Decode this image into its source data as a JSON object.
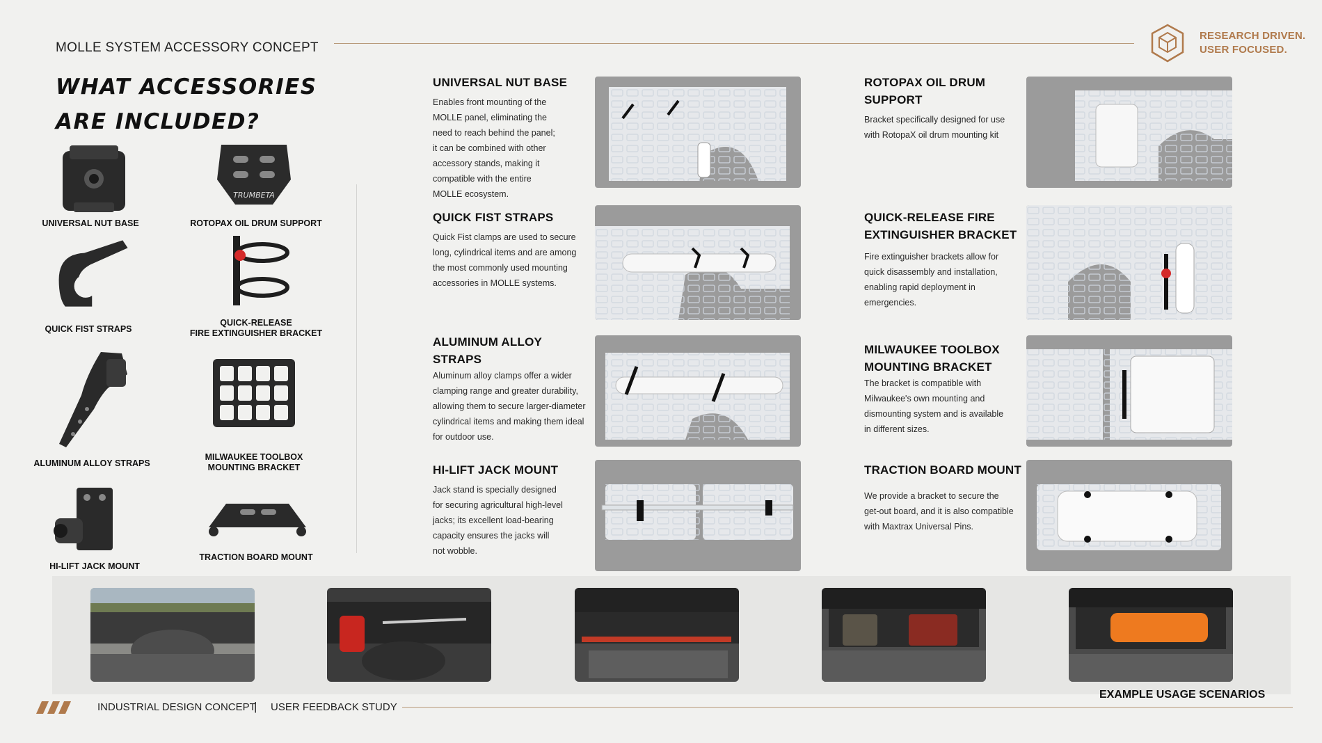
{
  "header": {
    "kicker": "MOLLE SYSTEM ACCESSORY CONCEPT",
    "brand_line1": "RESEARCH DRIVEN.",
    "brand_line2": "USER FOCUSED.",
    "headline_line1": "WHAT ACCESSORIES",
    "headline_line2": "ARE INCLUDED?"
  },
  "accessories": [
    {
      "label": "UNIVERSAL NUT BASE",
      "icon": "nut-base-icon"
    },
    {
      "label": "ROTOPAX OIL DRUM SUPPORT",
      "icon": "rotopax-support-icon",
      "brand": "TRUMBETA"
    },
    {
      "label": "QUICK FIST STRAPS",
      "icon": "quick-fist-icon"
    },
    {
      "label_line1": "QUICK-RELEASE",
      "label_line2": "FIRE EXTINGUISHER BRACKET",
      "icon": "extinguisher-bracket-icon"
    },
    {
      "label": "ALUMINUM ALLOY STRAPS",
      "icon": "alloy-strap-icon"
    },
    {
      "label_line1": "MILWAUKEE TOOLBOX",
      "label_line2": "MOUNTING BRACKET",
      "icon": "toolbox-bracket-icon"
    },
    {
      "label": "HI-LIFT JACK MOUNT",
      "icon": "jack-mount-icon"
    },
    {
      "label": "TRACTION BOARD MOUNT",
      "icon": "traction-mount-icon"
    }
  ],
  "features_left": [
    {
      "title_lines": [
        "UNIVERSAL NUT BASE"
      ],
      "desc_lines": [
        "Enables front mounting of the",
        "MOLLE panel, eliminating the",
        "need to reach behind the panel;",
        "it can be combined with other",
        "accessory stands, making it",
        "compatible with the entire",
        "MOLLE ecosystem."
      ]
    },
    {
      "title_lines": [
        "QUICK FIST STRAPS"
      ],
      "desc_lines": [
        "Quick Fist clamps are used to secure",
        "long, cylindrical items and are among",
        "the most commonly used mounting",
        "accessories in MOLLE systems."
      ]
    },
    {
      "title_lines": [
        "ALUMINUM ALLOY",
        "STRAPS"
      ],
      "desc_lines": [
        "Aluminum alloy clamps offer a wider",
        "clamping range and greater durability,",
        "allowing them to secure larger-diameter",
        "cylindrical items and making them ideal",
        "for outdoor use."
      ]
    },
    {
      "title_lines": [
        "HI-LIFT JACK MOUNT"
      ],
      "desc_lines": [
        "Jack stand is specially designed",
        "for securing agricultural high-level",
        "jacks; its excellent load-bearing",
        "capacity ensures the jacks will",
        "not wobble."
      ]
    }
  ],
  "features_right": [
    {
      "title_lines": [
        "ROTOPAX OIL DRUM",
        "SUPPORT"
      ],
      "desc_lines": [
        "Bracket specifically designed for use",
        "with RotopaX oil drum mounting kit"
      ]
    },
    {
      "title_lines": [
        "QUICK-RELEASE FIRE",
        "EXTINGUISHER BRACKET"
      ],
      "desc_lines": [
        "Fire extinguisher brackets allow for",
        "quick disassembly and installation,",
        "enabling rapid deployment in",
        "emergencies."
      ]
    },
    {
      "title_lines": [
        "MILWAUKEE TOOLBOX",
        "MOUNTING BRACKET"
      ],
      "desc_lines": [
        "The bracket is compatible with",
        "Milwaukee's own mounting and",
        "dismounting system and is available",
        "in different sizes."
      ]
    },
    {
      "title_lines": [
        "TRACTION BOARD MOUNT"
      ],
      "desc_lines": [
        "We provide a bracket to secure the",
        "get-out board, and it is also compatible",
        "with Maxtrax Universal Pins."
      ]
    }
  ],
  "usage_label": "EXAMPLE USAGE SCENARIOS",
  "footer": {
    "left": "INDUSTRIAL DESIGN CONCEPT",
    "separator": "|",
    "right": "USER FEEDBACK STUDY"
  },
  "colors": {
    "accent": "#b07a4c",
    "panel_gray": "#9b9b9b",
    "background": "#f1f1ef"
  }
}
